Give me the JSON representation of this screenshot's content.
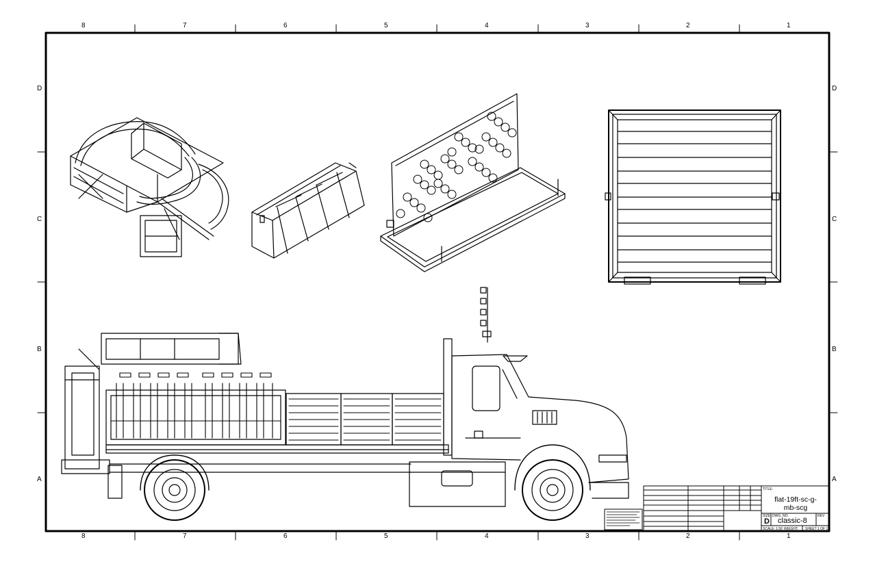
{
  "zones": {
    "columns": [
      "8",
      "7",
      "6",
      "5",
      "4",
      "3",
      "2",
      "1"
    ],
    "rows": [
      "D",
      "C",
      "B",
      "A"
    ]
  },
  "views": [
    {
      "name": "Iso view: crash attenuator frame"
    },
    {
      "name": "Iso view: cone rack bin"
    },
    {
      "name": "Iso view: arrow board panel"
    },
    {
      "name": "Front view: roll-up door"
    },
    {
      "name": "Side elevation: flatbed truck"
    }
  ],
  "title_block": {
    "title_label": "TITLE:",
    "title_line1": "flat-19ft-sc-g-",
    "title_line2": "mb-scg",
    "dwg_no_label": "DWG. NO.",
    "size_label": "SIZE",
    "size_value": "D",
    "dwg_no_value": "classic-8",
    "rev_label": "REV",
    "scale_label": "SCALE: 1:50",
    "weight_label": "WEIGHT:",
    "sheet_label": "SHEET 1 OF 1"
  },
  "colors": {
    "line": "#000000",
    "paper": "#ffffff"
  }
}
